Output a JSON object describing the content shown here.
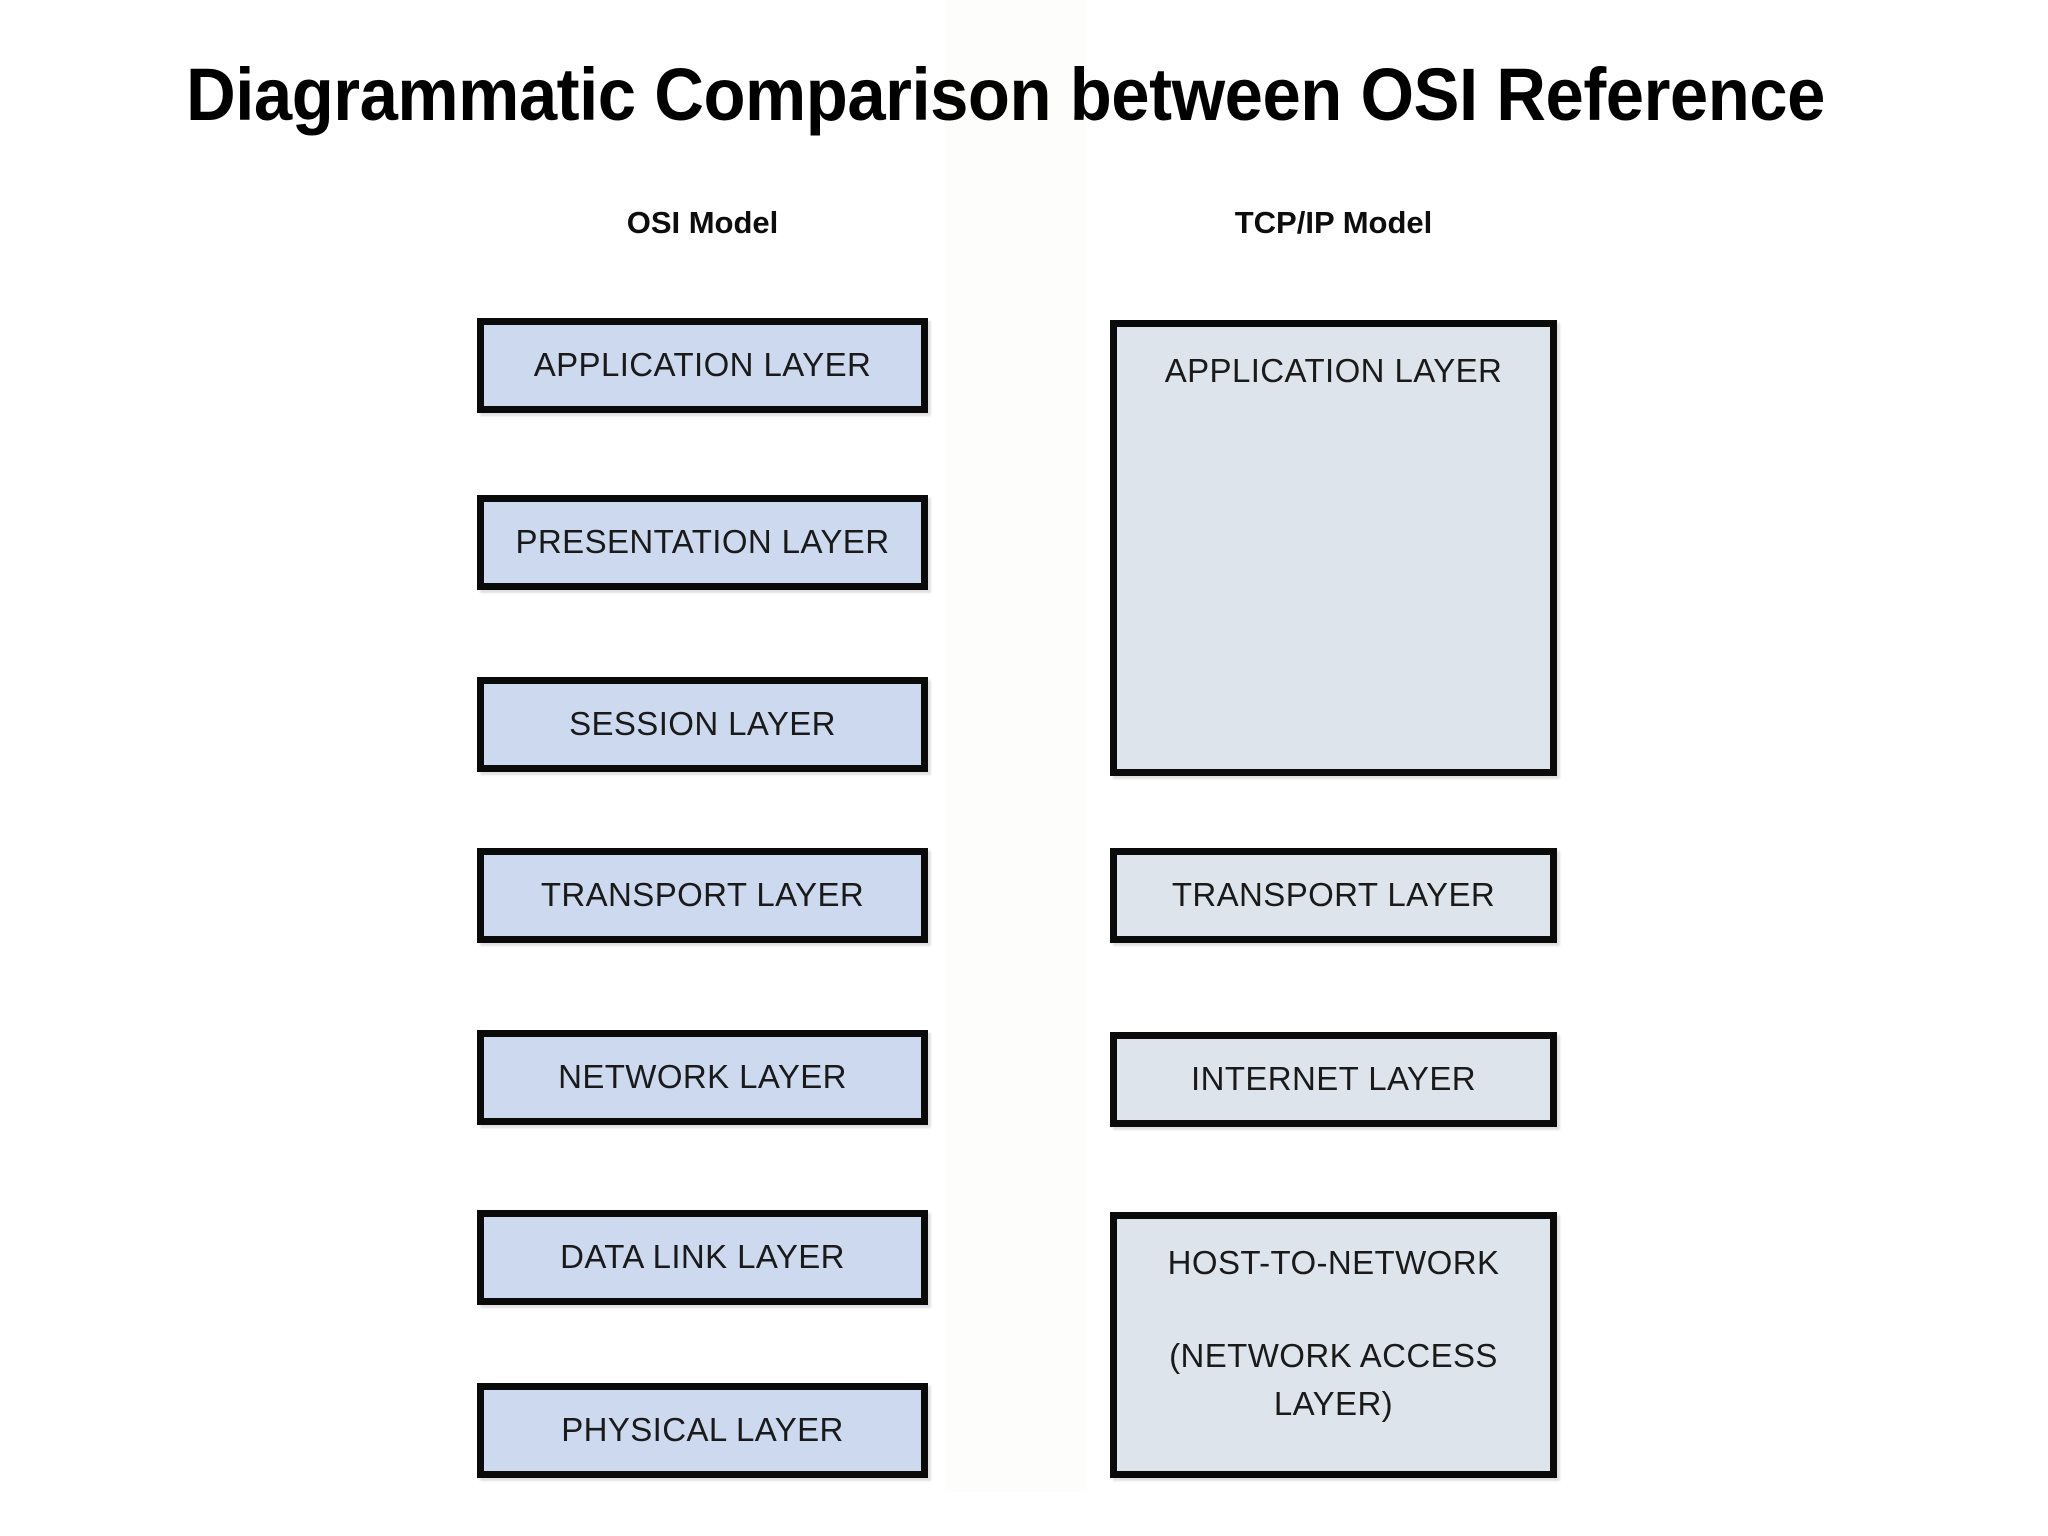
{
  "page": {
    "title": "Diagrammatic Comparison between OSI Reference",
    "background_color": "#ffffff"
  },
  "columns": {
    "osi": {
      "header": "OSI Model",
      "fill_color": "#ccd9ef",
      "border_color": "#0a0a0a",
      "layers": [
        {
          "label": "APPLICATION LAYER"
        },
        {
          "label": "PRESENTATION LAYER"
        },
        {
          "label": "SESSION LAYER"
        },
        {
          "label": "TRANSPORT LAYER"
        },
        {
          "label": "NETWORK LAYER"
        },
        {
          "label": "DATA LINK LAYER"
        },
        {
          "label": "PHYSICAL LAYER"
        }
      ]
    },
    "tcpip": {
      "header": "TCP/IP Model",
      "fill_color": "#dde4ec",
      "border_color": "#0a0a0a",
      "layers": [
        {
          "label": "APPLICATION LAYER"
        },
        {
          "label": "TRANSPORT LAYER"
        },
        {
          "label": "INTERNET LAYER"
        },
        {
          "label": "HOST-TO-NETWORK",
          "label_line2": "(NETWORK ACCESS",
          "label_line3": "LAYER)"
        }
      ]
    }
  }
}
